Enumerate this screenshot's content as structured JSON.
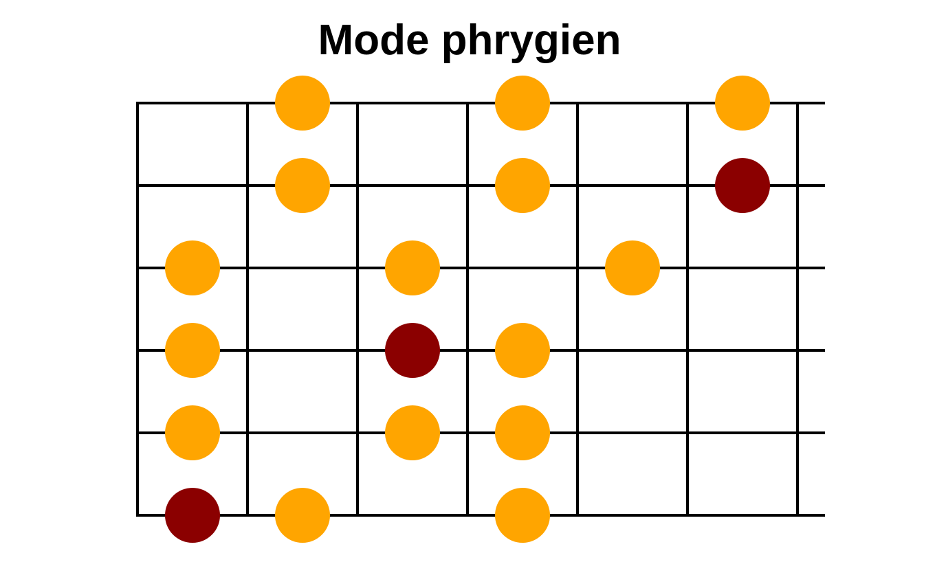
{
  "title": "Mode phrygien",
  "fretboard": {
    "strings": 6,
    "frets": 6,
    "colors": {
      "line": "#000000",
      "note": "#FFA500",
      "root": "#8B0000"
    },
    "notes": [
      {
        "string": 1,
        "fret": 2,
        "root": false
      },
      {
        "string": 1,
        "fret": 4,
        "root": false
      },
      {
        "string": 1,
        "fret": 6,
        "root": false
      },
      {
        "string": 2,
        "fret": 2,
        "root": false
      },
      {
        "string": 2,
        "fret": 4,
        "root": false
      },
      {
        "string": 2,
        "fret": 6,
        "root": true
      },
      {
        "string": 3,
        "fret": 1,
        "root": false
      },
      {
        "string": 3,
        "fret": 3,
        "root": false
      },
      {
        "string": 3,
        "fret": 5,
        "root": false
      },
      {
        "string": 4,
        "fret": 1,
        "root": false
      },
      {
        "string": 4,
        "fret": 3,
        "root": true
      },
      {
        "string": 4,
        "fret": 4,
        "root": false
      },
      {
        "string": 5,
        "fret": 1,
        "root": false
      },
      {
        "string": 5,
        "fret": 3,
        "root": false
      },
      {
        "string": 5,
        "fret": 4,
        "root": false
      },
      {
        "string": 6,
        "fret": 1,
        "root": true
      },
      {
        "string": 6,
        "fret": 2,
        "root": false
      },
      {
        "string": 6,
        "fret": 4,
        "root": false
      }
    ]
  }
}
